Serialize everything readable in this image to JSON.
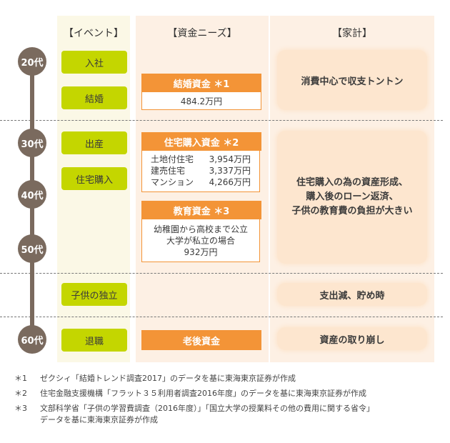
{
  "headers": {
    "event": "【イベント】",
    "fund": "【資金ニーズ】",
    "household": "【家計】"
  },
  "ages": [
    "20代",
    "30代",
    "40代",
    "50代",
    "60代"
  ],
  "events": [
    "入社",
    "結婚",
    "出産",
    "住宅購入",
    "子供の独立",
    "退職"
  ],
  "funds": {
    "wedding": {
      "title": "結婚資金 ＊1",
      "amount": "484.2万円"
    },
    "housing": {
      "title": "住宅購入資金 ＊2",
      "rows": [
        {
          "label": "土地付住宅",
          "value": "3,954万円"
        },
        {
          "label": "建売住宅",
          "value": "3,337万円"
        },
        {
          "label": "マンション",
          "value": "4,266万円"
        }
      ]
    },
    "education": {
      "title": "教育資金 ＊3",
      "lines": [
        "幼稚園から高校まで公立",
        "大学が私立の場合",
        "932万円"
      ]
    },
    "retirement": {
      "title": "老後資金"
    }
  },
  "household": {
    "h1": "消費中心で収支トントン",
    "h2": [
      "住宅購入の為の資産形成、",
      "購入後のローン返済、",
      "子供の教育費の負担が大きい"
    ],
    "h3": "支出減、貯め時",
    "h4": "資産の取り崩し"
  },
  "notes": [
    {
      "mark": "＊1",
      "text": "ゼクシィ「結婚トレンド調査2017」のデータを基に東海東京証券が作成"
    },
    {
      "mark": "＊2",
      "text": "住宅金融支援機構「フラット３５利用者調査2016年度」のデータを基に東海東京証券が作成"
    },
    {
      "mark": "＊3",
      "text": "文部科学省「子供の学習費調査（2016年度）」「国立大学の授業料その他の費用に関する省令」",
      "cont": "データを基に東海東京証券が作成"
    }
  ]
}
